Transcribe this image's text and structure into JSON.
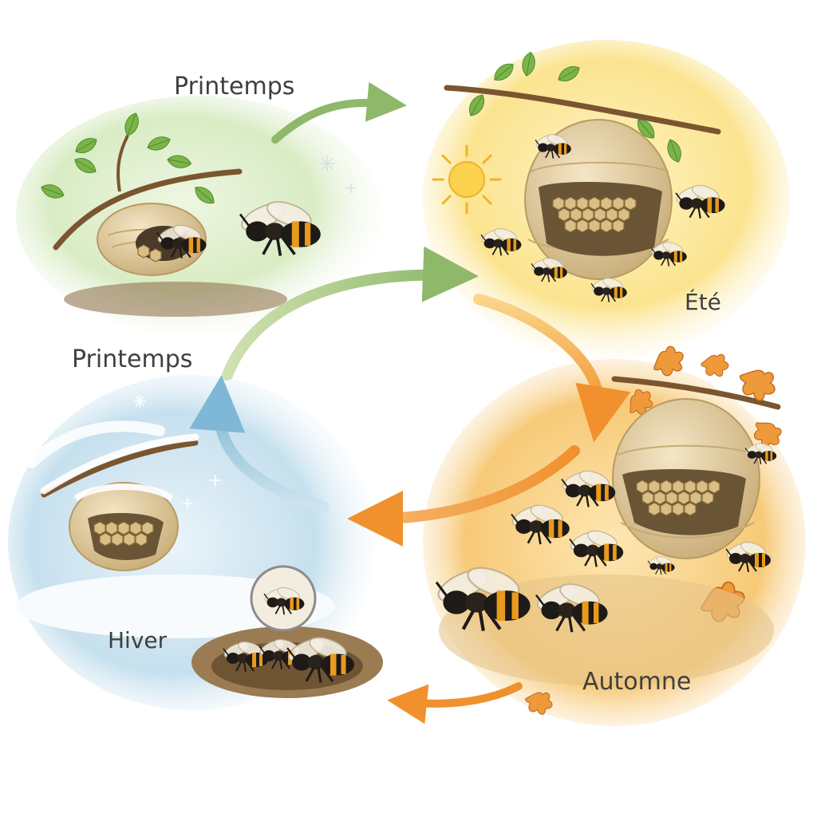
{
  "labels": {
    "spring_top": "Printemps",
    "spring_left": "Printemps",
    "summer": "Été",
    "autumn": "Automne",
    "winter": "Hiver"
  },
  "colors": {
    "spring": "#8fb86a",
    "summer": "#f2c94c",
    "autumn": "#f0912e",
    "winter": "#7fb8d6",
    "wasp_body": "#1e1a17",
    "wasp_band": "#e89a1e",
    "nest": "#e6d2a6",
    "leaf": "#7bb54a"
  }
}
